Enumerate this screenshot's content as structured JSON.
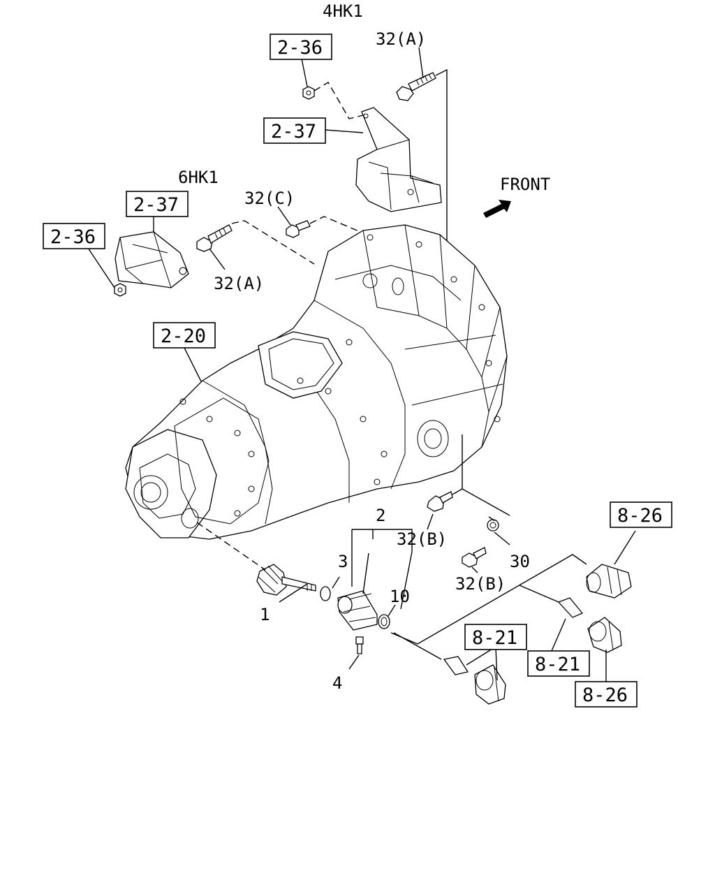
{
  "variants": {
    "top": "4HK1",
    "left": "6HK1"
  },
  "direction": "FRONT",
  "ref_boxes": {
    "r236_top": "2-36",
    "r237_top": "2-37",
    "r237_left": "2-37",
    "r236_left": "2-36",
    "r220": "2-20",
    "r826_right": "8-26",
    "r821_center": "8-21",
    "r821_right": "8-21",
    "r826_bottom": "8-26"
  },
  "callouts": {
    "c32a_top": "32(A)",
    "c32c": "32(C)",
    "c32a_left": "32(A)",
    "c2": "2",
    "c3": "3",
    "c1": "1",
    "c10": "10",
    "c4": "4",
    "c32b_upper": "32(B)",
    "c30": "30",
    "c32b_lower": "32(B)"
  }
}
